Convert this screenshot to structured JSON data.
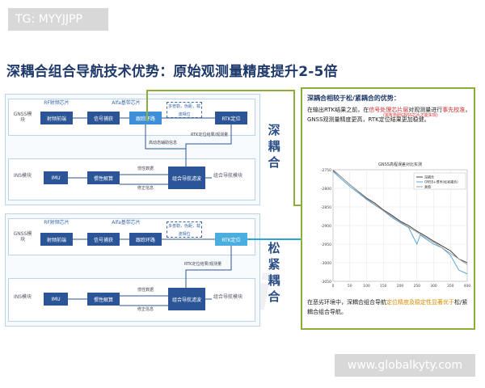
{
  "tag": "TG: MYYJJPP",
  "title": "深耦合组合导航技术优势：原始观测量精度提升2-5倍",
  "tight": {
    "side": [
      "深",
      "耦",
      "合"
    ],
    "gnss_module": "GNSS模块",
    "ins_module": "INS模块",
    "rf_chip": "RF射频芯片",
    "baseband_chip": "Alfa基带芯片",
    "rf_front": "射频前端",
    "signal_capture": "信号捕获",
    "track_loop": "跟踪环路",
    "rtk": "RTK定位",
    "imu": "IMU",
    "ins_solve": "惯性解算",
    "nav_filter": "组合导航滤波",
    "nav_module": "组合导航模块",
    "chip_note": "多普勒，伪距，载波相位",
    "note_aid": "高动态辅助信息",
    "note_rtk": "RTK定位结果/观测量",
    "note_ins": "惯性数据",
    "note_corr": "修正信息"
  },
  "loose": {
    "side": [
      "松",
      "紧",
      "耦",
      "合"
    ],
    "gnss_module": "GNSS模块",
    "ins_module": "INS模块",
    "rf_chip": "RF射频芯片",
    "baseband_chip": "Alfa基带芯片",
    "rf_front": "射频前端",
    "signal_capture": "信号捕获",
    "track_loop": "跟踪环路",
    "rtk": "RTK定位",
    "imu": "IMU",
    "ins_solve": "惯性解算",
    "nav_filter": "组合导航滤波",
    "nav_module": "组合导航模块",
    "chip_note": "多普勒，伪距，载波相位",
    "note_rtk": "RTK定位结果/观测量",
    "note_ins": "惯性数据",
    "note_corr": "修正信息"
  },
  "right": {
    "heading": "深耦合相较于松/紧耦合的优势：",
    "p1a": "在输出RTK结果之前，在",
    "p1b": "信号处理芯片层",
    "p1c": "对观测量进行",
    "p1d": "事先校准",
    "p1e": "，GNSS观测量精度更高，RTK定位结果更加稳健。",
    "p1note": "(需有自研GNSS芯片才能实现)",
    "foot_a": "在恶劣环境中，深耦合组合导航",
    "foot_b": "定位精度及稳定性显著优于",
    "foot_c": "松/紧耦合组合导航。",
    "chart_title": "GNSS高程误差对比实测",
    "legend": [
      "深耦合",
      "GNSS+惯导(松紧耦合)",
      "真值"
    ]
  },
  "watermark": "www.globalkyty.com",
  "colors": {
    "accent": "#2b5597",
    "green": "#8aae36",
    "red": "#d12a2a",
    "orange": "#d98a00",
    "cyan": "#2aa6d6"
  },
  "chart_data": {
    "type": "line",
    "title": "GNSS高程误差对比实测",
    "xlabel": "",
    "ylabel": "",
    "xlim": [
      0,
      400
    ],
    "ylim": [
      -3050,
      -2750
    ],
    "x_ticks": [
      0,
      50,
      100,
      150,
      200,
      250,
      300,
      350,
      400
    ],
    "y_ticks": [
      -2750,
      -2800,
      -2850,
      -2900,
      -2950,
      -3000,
      -3050
    ],
    "series": [
      {
        "name": "深耦合",
        "x": [
          0,
          25,
          50,
          75,
          100,
          125,
          150,
          175,
          200,
          225,
          250,
          275,
          300,
          325,
          350,
          375,
          400
        ],
        "y": [
          -2752,
          -2770,
          -2790,
          -2808,
          -2826,
          -2840,
          -2858,
          -2872,
          -2888,
          -2900,
          -2915,
          -2928,
          -2942,
          -2955,
          -2968,
          -2990,
          -3000
        ]
      },
      {
        "name": "GNSS+惯导(松紧耦合)",
        "x": [
          0,
          25,
          50,
          75,
          100,
          125,
          150,
          175,
          200,
          225,
          250,
          260,
          275,
          300,
          325,
          350,
          375,
          400
        ],
        "y": [
          -2755,
          -2775,
          -2795,
          -2812,
          -2830,
          -2845,
          -2860,
          -2878,
          -2892,
          -2905,
          -2950,
          -2925,
          -2935,
          -2950,
          -2960,
          -2980,
          -3020,
          -3030
        ]
      },
      {
        "name": "真值",
        "x": [
          0,
          50,
          100,
          150,
          200,
          250,
          300,
          350,
          400
        ],
        "y": [
          -2750,
          -2790,
          -2828,
          -2860,
          -2890,
          -2918,
          -2945,
          -2975,
          -3005
        ]
      }
    ]
  }
}
